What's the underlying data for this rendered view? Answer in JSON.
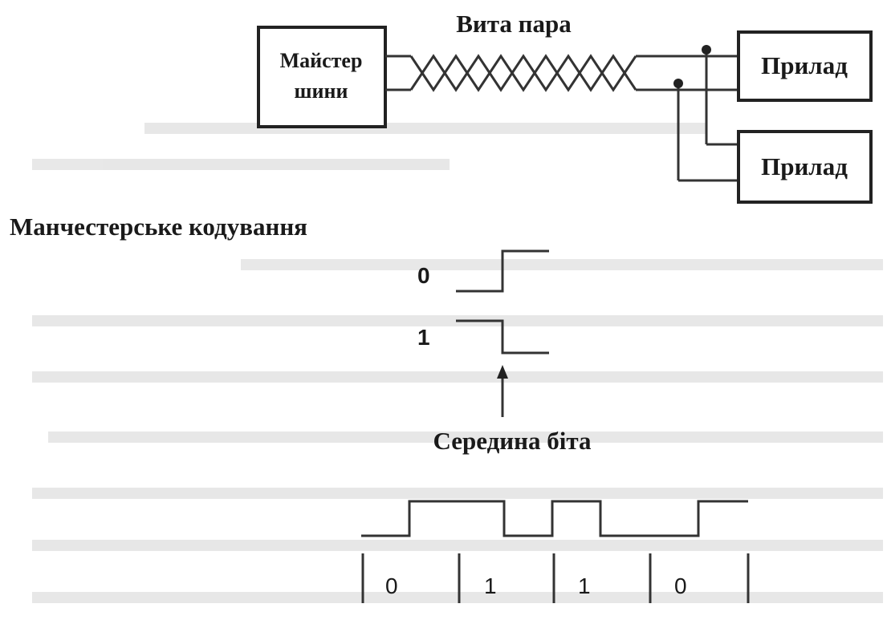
{
  "diagram": {
    "twisted_pair_label": "Вита пара",
    "bus_master_label_line1": "Майстер",
    "bus_master_label_line2": "шини",
    "device_1_label": "Прилад",
    "device_2_label": "Прилад",
    "manchester_title": "Манчестерське кодування",
    "bit0_label": "0",
    "bit1_label": "1",
    "mid_bit_label": "Середина біта",
    "example_bits": [
      "0",
      "1",
      "1",
      "0"
    ]
  }
}
